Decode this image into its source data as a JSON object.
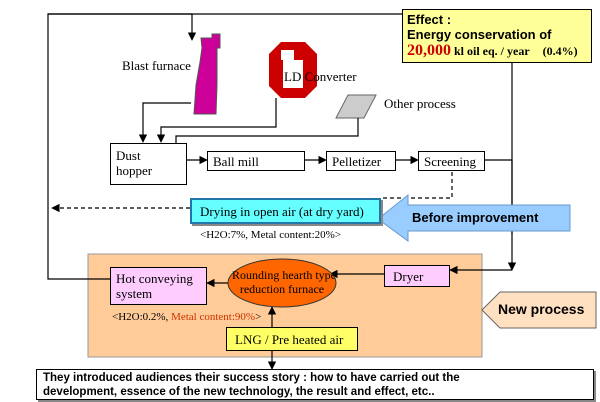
{
  "effect": {
    "title": "Effect :",
    "line2": "Energy conservation of",
    "amount": "20,000",
    "unit": "kl oil eq. / year",
    "percent": "(0.4%)"
  },
  "sources": {
    "blast_furnace": "Blast furnace",
    "ld_converter": "LD Converter",
    "other_process": "Other process"
  },
  "process": {
    "dust_hopper_l1": "Dust",
    "dust_hopper_l2": "hopper",
    "ball_mill": "Ball mill",
    "pelletizer": "Pelletizer",
    "screening": "Screening"
  },
  "old": {
    "drying": "Drying in open air   (at dry yard)",
    "drying_note": "<H2O:7%,  Metal content:20%>",
    "arrow_label": "Before improvement"
  },
  "new": {
    "dryer": "Dryer",
    "furnace_l1": "Rounding hearth type",
    "furnace_l2": "reduction furnace",
    "hot_l1": "Hot conveying",
    "hot_l2": "system",
    "hot_note_a": "<H2O:0.2%, ",
    "hot_note_b": "Metal content:90%",
    "hot_note_c": ">",
    "lng": "LNG /  Pre heated air",
    "label": "New process"
  },
  "footer": {
    "line1": "They introduced audiences their success story : how to have carried out the",
    "line2": "development, essence of the new technology, the result and effect, etc.."
  },
  "colors": {
    "effect_bg": "#FFFF99",
    "amount": "#CC0000",
    "furnace": "#CC0099",
    "converter": "#CC0000",
    "drying_bg": "#66FFFF",
    "arrow": "#99CCFF",
    "panel": "#FFCC99",
    "pink_box": "#FFCCFF",
    "ellipse": "#FF6600",
    "lng_bg": "#FFFF66",
    "new_label_bg": "#FFE0C0"
  }
}
